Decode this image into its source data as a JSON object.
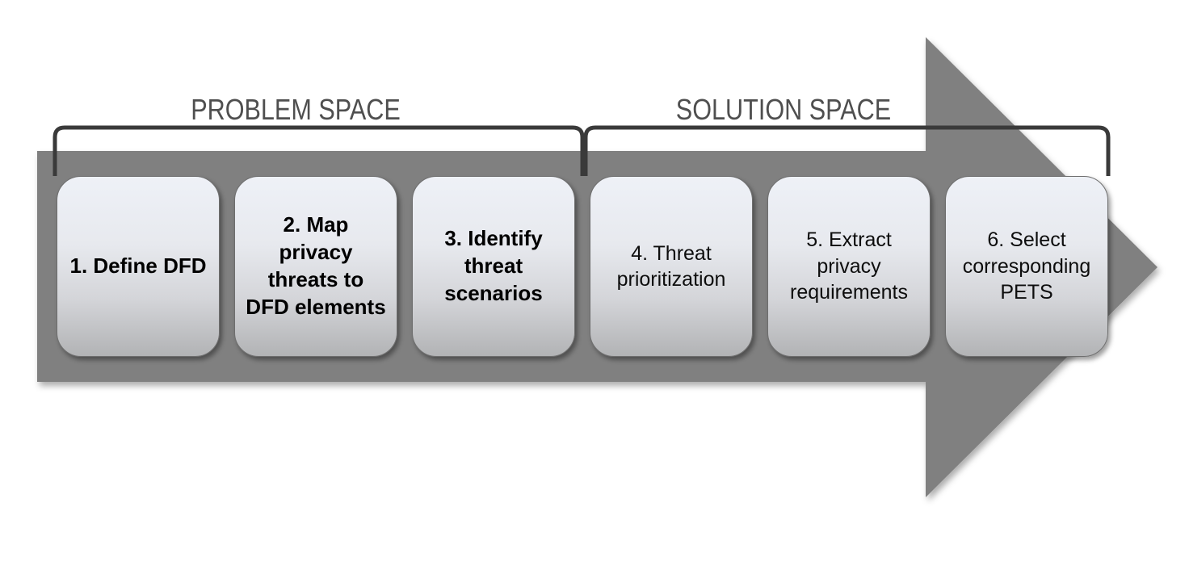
{
  "figure": {
    "problem_space": {
      "label": "PROBLEM SPACE"
    },
    "solution_space": {
      "label": "SOLUTION SPACE"
    },
    "steps": [
      {
        "label": "1. Define DFD",
        "space": "problem",
        "emphasis": "bold"
      },
      {
        "label": "2. Map privacy threats to DFD elements",
        "space": "problem",
        "emphasis": "bold"
      },
      {
        "label": "3. Identify threat scenarios",
        "space": "problem",
        "emphasis": "bold"
      },
      {
        "label": "4. Threat prioritization",
        "space": "solution",
        "emphasis": "normal"
      },
      {
        "label": "5. Extract privacy requirements",
        "space": "solution",
        "emphasis": "normal"
      },
      {
        "label": "6. Select corresponding PETS",
        "space": "solution",
        "emphasis": "normal"
      }
    ],
    "colors": {
      "arrow_fill": "#808080",
      "bracket_stroke": "#3a3a3a",
      "space_label_text": "#4f4f4f",
      "box_gradient_top": "#eef1f7",
      "box_gradient_bottom": "#b2b3b5",
      "box_border": "#6e6e6e",
      "step_text": "#000000"
    }
  }
}
